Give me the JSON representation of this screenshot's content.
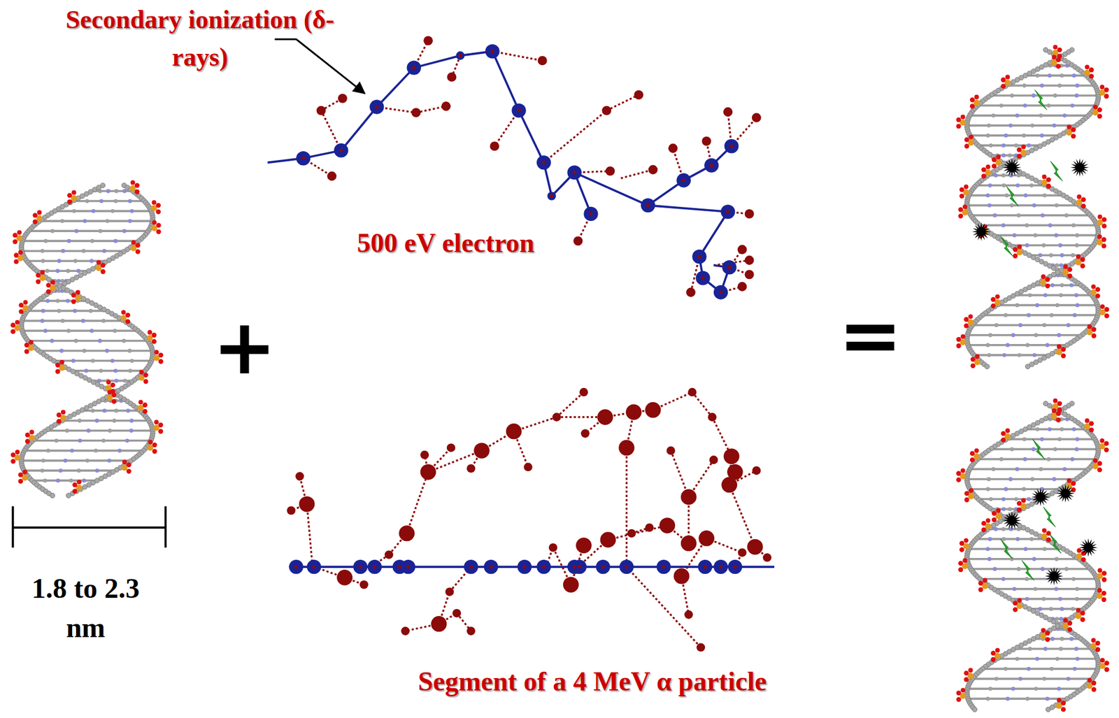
{
  "diagram": {
    "labels": [
      "Secondary ionization (δ-rays)",
      "500 eV electron",
      "+",
      "1.8 to 2.3 nm",
      "Segment of a 4 MeV α particle",
      "="
    ]
  }
}
